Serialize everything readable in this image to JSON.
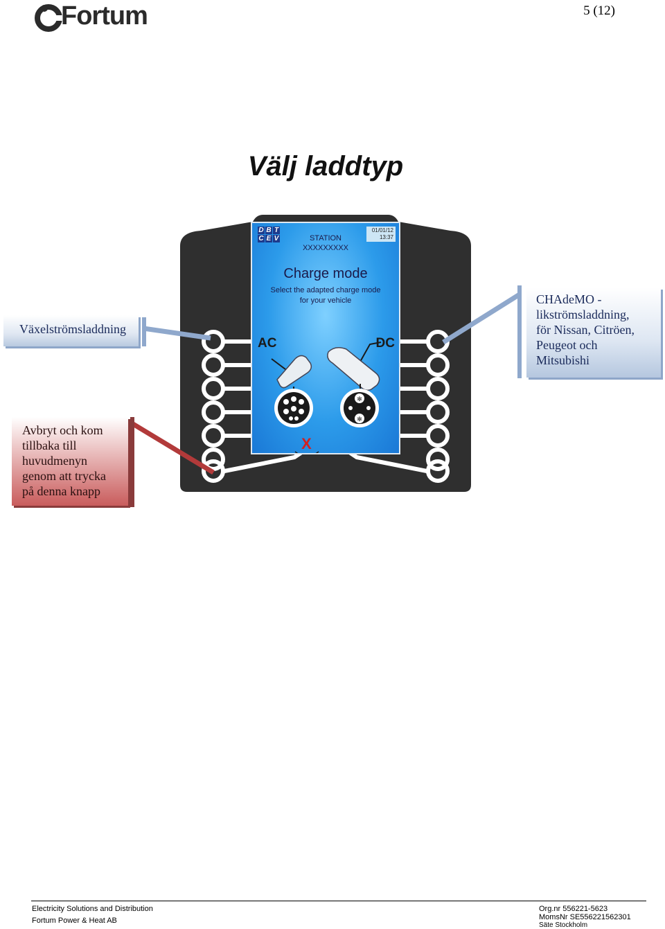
{
  "header": {
    "logo_text": "Fortum",
    "page_number": "5 (12)"
  },
  "title": "Välj laddtyp",
  "screen": {
    "brand_letters": [
      "D",
      "B",
      "T",
      "C",
      "E",
      "V"
    ],
    "date": "01/01/12",
    "time": "13:37",
    "station_label": "STATION",
    "station_id": "XXXXXXXXX",
    "heading": "Charge mode",
    "subtitle_line1": "Select the adapted charge mode",
    "subtitle_line2": "for your vehicle",
    "ac_label": "AC",
    "dc_label": "DC",
    "cancel_symbol": "X"
  },
  "callouts": {
    "ac": "Växelströmsladdning",
    "dc_lines": [
      "CHAdeMO -",
      "likströmsladdning,",
      "för Nissan, Citröen,",
      "Peugeot och",
      "Mitsubishi"
    ],
    "cancel_lines": [
      "Avbryt och kom",
      "tillbaka till",
      "huvudmenyn",
      "genom att trycka",
      "på denna knapp"
    ]
  },
  "footer": {
    "left_line1": "Electricity Solutions and Distribution",
    "left_line2": "Fortum Power & Heat AB",
    "right_line1": "Org.nr 556221-5623",
    "right_line2": "MomsNr SE556221562301",
    "right_line3": "Säte Stockholm"
  },
  "colors": {
    "callout_blue": "#c8d6ea",
    "callout_red": "#c95c5c",
    "device_body": "#2f2f2f",
    "screen_blue": "#2c9bea"
  }
}
